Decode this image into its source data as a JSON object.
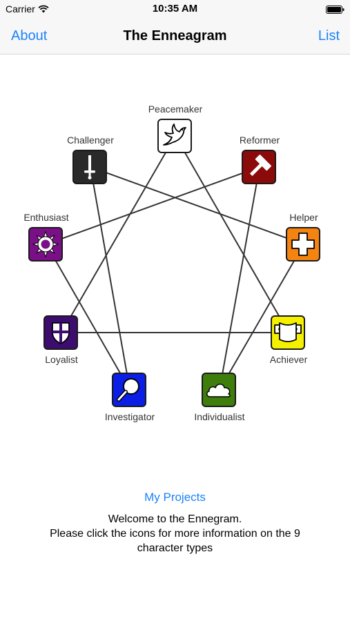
{
  "status": {
    "carrier": "Carrier",
    "time": "10:35 AM"
  },
  "nav": {
    "left": "About",
    "title": "The Enneagram",
    "right": "List"
  },
  "types": [
    {
      "key": "peacemaker",
      "label": "Peacemaker",
      "color": "#ffffff",
      "icon": "dove-icon"
    },
    {
      "key": "reformer",
      "label": "Reformer",
      "color": "#8b0a0a",
      "icon": "hammer-icon"
    },
    {
      "key": "helper",
      "label": "Helper",
      "color": "#f58310",
      "icon": "cross-icon"
    },
    {
      "key": "achiever",
      "label": "Achiever",
      "color": "#f5f000",
      "icon": "banner-icon"
    },
    {
      "key": "individualist",
      "label": "Individualist",
      "color": "#3f7d0c",
      "icon": "cloud-icon"
    },
    {
      "key": "investigator",
      "label": "Investigator",
      "color": "#0a1ee6",
      "icon": "magnifier-icon"
    },
    {
      "key": "loyalist",
      "label": "Loyalist",
      "color": "#3c0c6e",
      "icon": "shield-icon"
    },
    {
      "key": "enthusiast",
      "label": "Enthusiast",
      "color": "#7a0f87",
      "icon": "sun-gear-icon"
    },
    {
      "key": "challenger",
      "label": "Challenger",
      "color": "#2a2a2a",
      "icon": "sword-icon"
    }
  ],
  "footer": {
    "my_projects": "My Projects",
    "welcome_line1": "Welcome to the Ennegram.",
    "welcome_line2": "Please click the icons for more information on the 9 character types"
  }
}
